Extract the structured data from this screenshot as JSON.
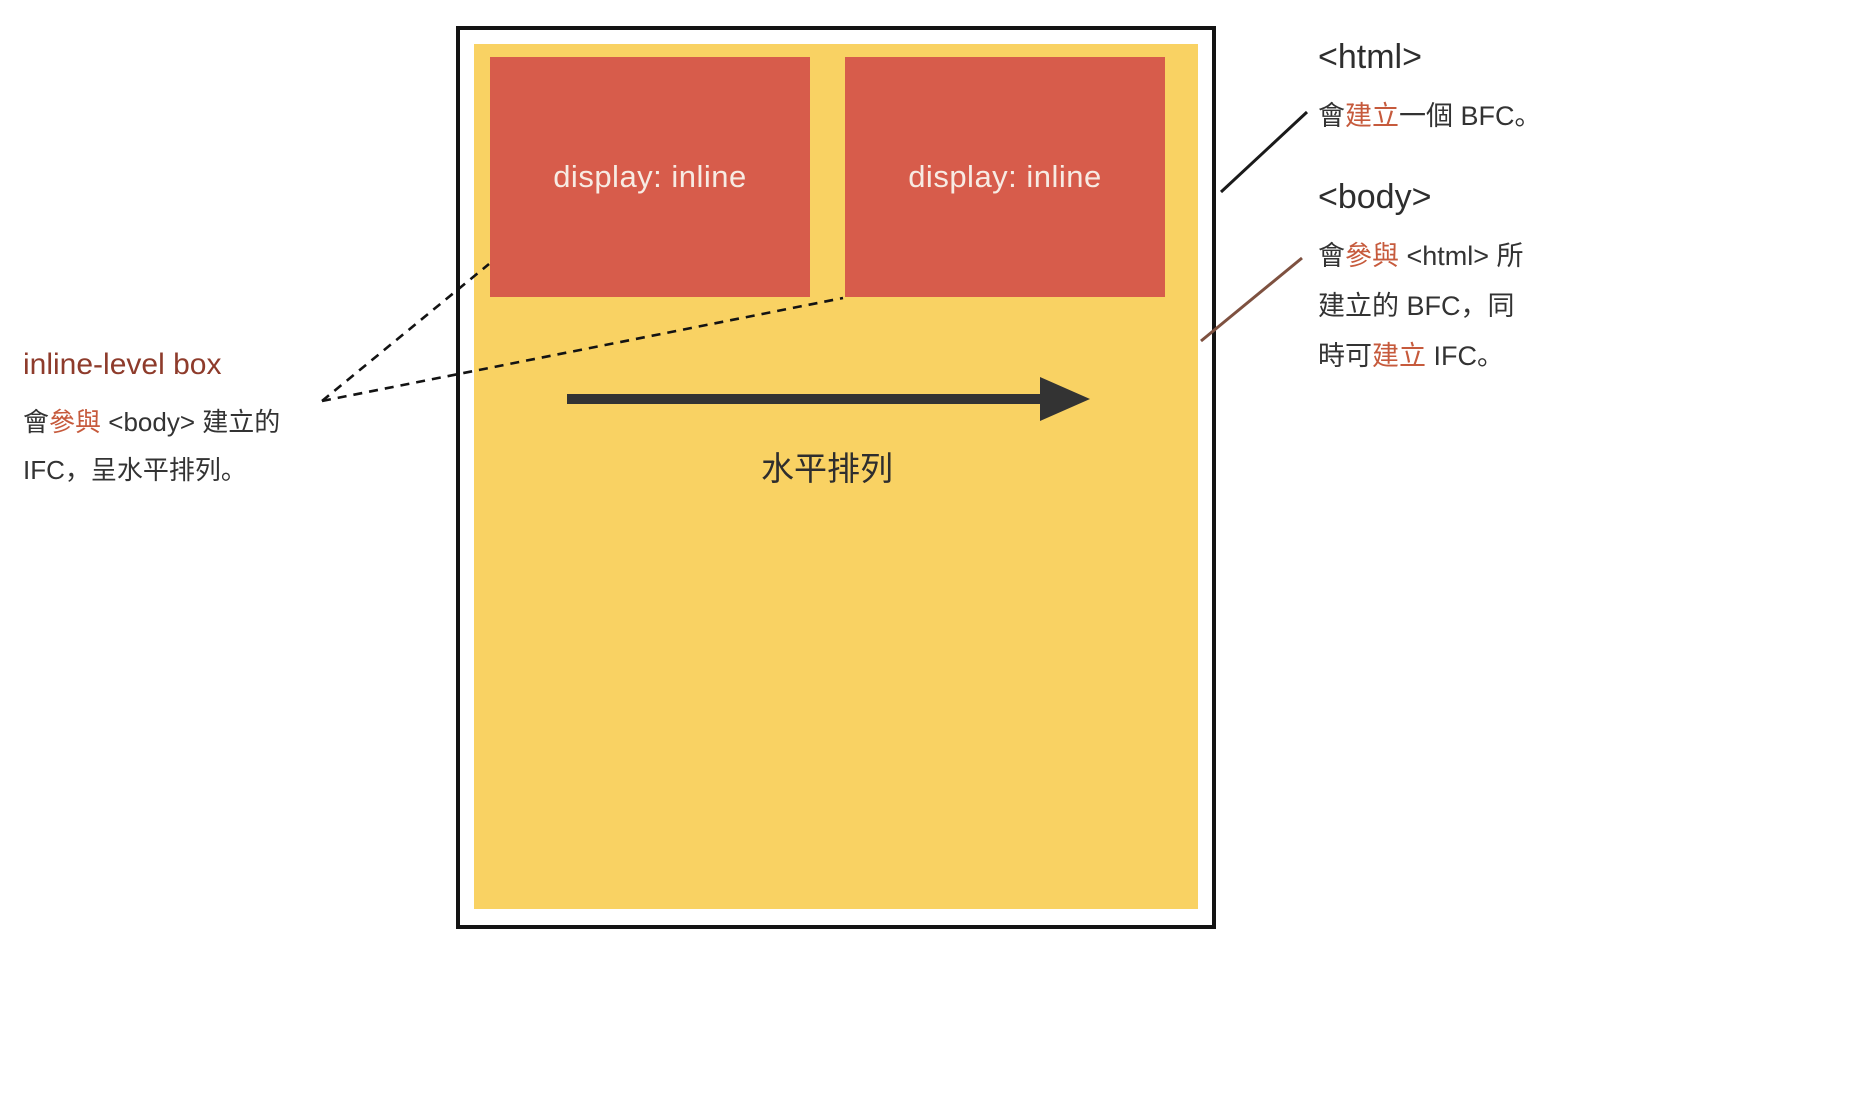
{
  "diagram": {
    "boxes": [
      {
        "label": "display: inline"
      },
      {
        "label": "display: inline"
      }
    ],
    "arrow_caption": "水平排列"
  },
  "left_annotation": {
    "title": "inline-level box",
    "line1_seg1": "會",
    "line1_seg2": "參與",
    "line1_seg3": " <body> 建立的",
    "line2": "IFC，呈水平排列。"
  },
  "html_annotation": {
    "title": "<html>",
    "line1_seg1": "會",
    "line1_seg2": "建立",
    "line1_seg3": "一個 BFC。"
  },
  "body_annotation": {
    "title": "<body>",
    "line1_seg1": "會",
    "line1_seg2": "參與",
    "line1_seg3": " <html> 所",
    "line2": "建立的 BFC，同",
    "line3_seg1": "時可",
    "line3_seg2": "建立",
    "line3_seg3": " IFC。"
  },
  "colors": {
    "body_background": "#F9D263",
    "inline_box": "#D75C4B",
    "inline_box_text": "#F7EBE3",
    "annotation_title": "#8E3B2B",
    "accent_text": "#C65A3C",
    "border": "#131313",
    "body_connector": "#7E5140"
  }
}
